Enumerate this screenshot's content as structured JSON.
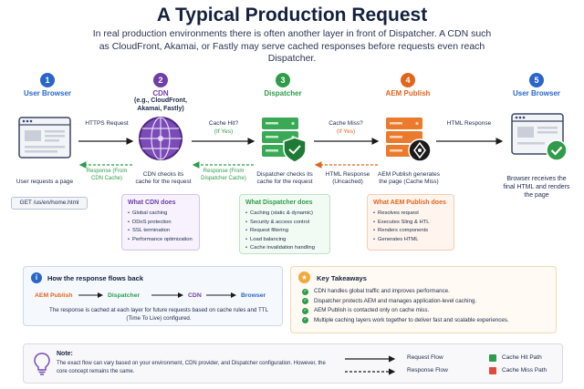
{
  "header": {
    "title": "A Typical Production Request",
    "subtitle": "In real production environments there is often another layer in front of Dispatcher. A CDN such as CloudFront, Akamai, or Fastly may serve cached responses before requests even reach Dispatcher."
  },
  "stages": [
    {
      "num": "1",
      "label": "User Browser",
      "caption": "User requests a page",
      "color": "#2a66c9"
    },
    {
      "num": "2",
      "label": "CDN",
      "sublabel": "(e.g., CloudFront, Akamai, Fastly)",
      "caption": "CDN checks its cache for the request",
      "color": "#6f3fa8"
    },
    {
      "num": "3",
      "label": "Dispatcher",
      "caption": "Dispatcher checks its cache for the request",
      "color": "#2e9c4a"
    },
    {
      "num": "4",
      "label": "AEM Publish",
      "caption": "AEM Publish generates the page (Cache Miss)",
      "color": "#e0661d"
    },
    {
      "num": "5",
      "label": "User Browser",
      "caption": "Browser receives the final HTML and renders the page",
      "color": "#2a66c9"
    }
  ],
  "flows": {
    "https": "HTTPS Request",
    "cache_hit": "Cache Hit?",
    "if_yes": "(If Yes)",
    "cache_miss": "Cache Miss?",
    "if_yes_2": "(If Yes)",
    "html_response": "HTML Response",
    "resp_cdn": "Response (From CDN Cache)",
    "resp_dispatcher": "Response (From Dispatcher Cache)",
    "html_uncached": "HTML Response (Uncached)"
  },
  "request_path": "GET /us/en/home.html",
  "cards": {
    "cdn": {
      "title": "What CDN does",
      "items": [
        "Global caching",
        "DDoS protection",
        "SSL termination",
        "Performance optimization"
      ]
    },
    "dispatcher": {
      "title": "What Dispatcher does",
      "items": [
        "Caching (static & dynamic)",
        "Security & access control",
        "Request filtering",
        "Load balancing",
        "Cache invalidation handling"
      ]
    },
    "aem": {
      "title": "What AEM Publish does",
      "items": [
        "Resolves request",
        "Executes Sling & HTL",
        "Renders components",
        "Generates HTML"
      ]
    }
  },
  "flowback": {
    "title": "How the response flows back",
    "nodes": [
      "AEM Publish",
      "Dispatcher",
      "CDN",
      "Browser"
    ],
    "desc": "The response is cached at each layer for future requests based on cache rules and TTL (Time To Live) configured."
  },
  "takeaways": {
    "title": "Key Takeaways",
    "items": [
      "CDN handles global traffic and improves performance.",
      "Dispatcher protects AEM and manages application-level caching.",
      "AEM Publish is contacted only on cache miss.",
      "Multiple caching layers work together to deliver fast and scalable experiences."
    ]
  },
  "note": {
    "title": "Note:",
    "text": "The exact flow can vary based on your environment, CDN provider, and Dispatcher configuration. However, the core concept remains the same."
  },
  "legend": {
    "request_flow": "Request Flow",
    "response_flow": "Response Flow",
    "cache_hit": "Cache Hit Path",
    "cache_miss": "Cache Miss Path"
  },
  "colors": {
    "blue": "#2a66c9",
    "purple": "#6f3fa8",
    "green": "#2e9c4a",
    "orange": "#e0661d",
    "red": "#e04a3a"
  }
}
